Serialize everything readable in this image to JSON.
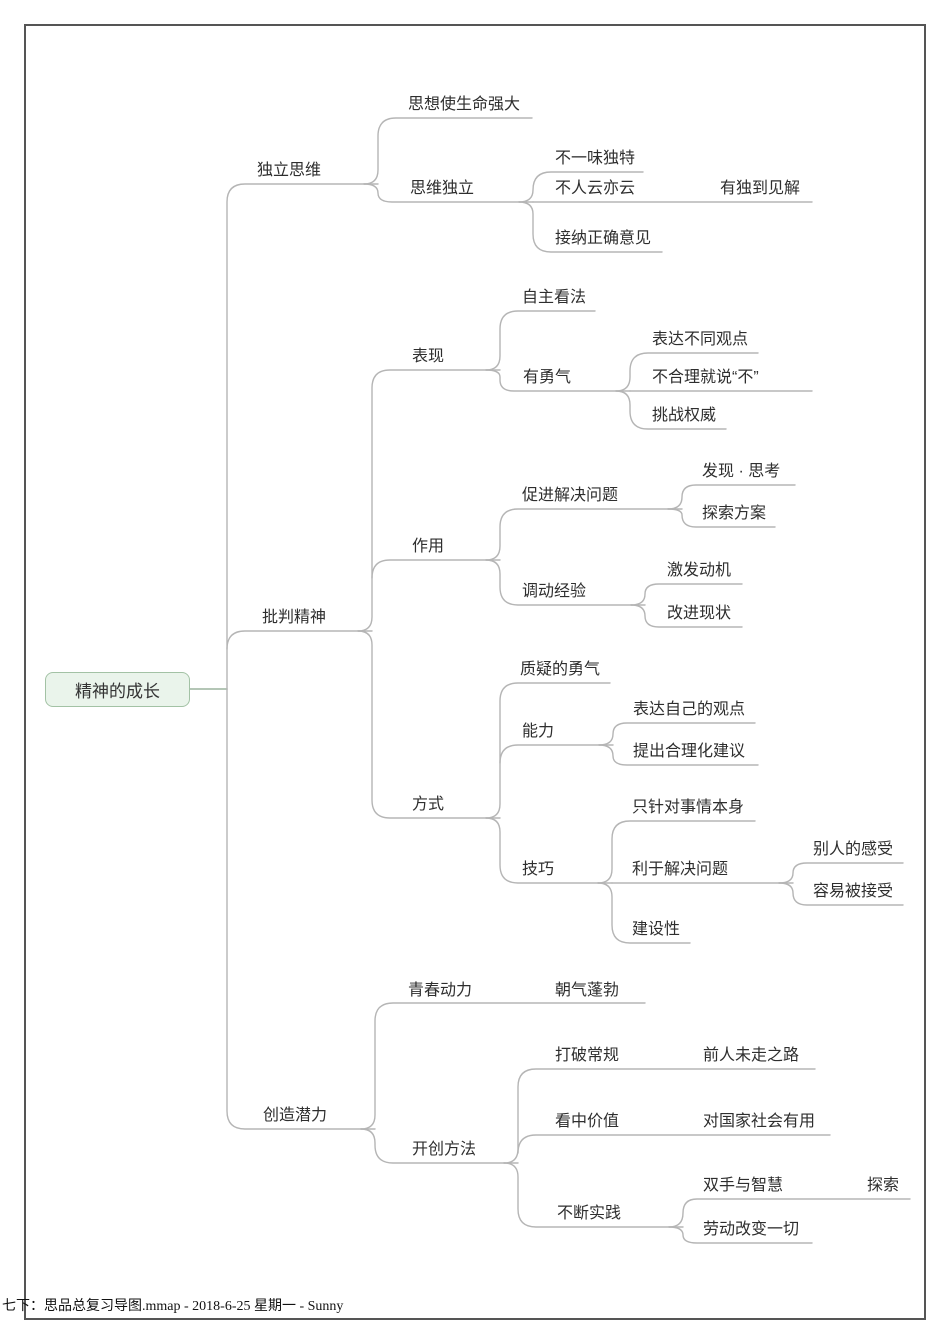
{
  "map": {
    "root": {
      "label": "精神的成长"
    },
    "branches": [
      {
        "label": "独立思维",
        "children": [
          {
            "label": "思想使生命强大"
          },
          {
            "label": "思维独立",
            "children": [
              {
                "label": "不一味独特"
              },
              {
                "label": "不人云亦云",
                "children": [
                  {
                    "label": "有独到见解"
                  }
                ]
              },
              {
                "label": "接纳正确意见"
              }
            ]
          }
        ]
      },
      {
        "label": "批判精神",
        "children": [
          {
            "label": "表现",
            "children": [
              {
                "label": "自主看法"
              },
              {
                "label": "有勇气",
                "children": [
                  {
                    "label": "表达不同观点"
                  },
                  {
                    "label": "不合理就说“不”"
                  },
                  {
                    "label": "挑战权威"
                  }
                ]
              }
            ]
          },
          {
            "label": "作用",
            "children": [
              {
                "label": "促进解决问题",
                "children": [
                  {
                    "label": "发现 · 思考"
                  },
                  {
                    "label": "探索方案"
                  }
                ]
              },
              {
                "label": "调动经验",
                "children": [
                  {
                    "label": "激发动机"
                  },
                  {
                    "label": "改进现状"
                  }
                ]
              }
            ]
          },
          {
            "label": "方式",
            "children": [
              {
                "label": "质疑的勇气"
              },
              {
                "label": "能力",
                "children": [
                  {
                    "label": "表达自己的观点"
                  },
                  {
                    "label": "提出合理化建议"
                  }
                ]
              },
              {
                "label": "技巧",
                "children": [
                  {
                    "label": "只针对事情本身"
                  },
                  {
                    "label": "利于解决问题",
                    "children": [
                      {
                        "label": "别人的感受"
                      },
                      {
                        "label": "容易被接受"
                      }
                    ]
                  },
                  {
                    "label": "建设性"
                  }
                ]
              }
            ]
          }
        ]
      },
      {
        "label": "创造潜力",
        "children": [
          {
            "label": "青春动力",
            "children": [
              {
                "label": "朝气蓬勃"
              }
            ]
          },
          {
            "label": "开创方法",
            "children": [
              {
                "label": "打破常规",
                "children": [
                  {
                    "label": "前人未走之路"
                  }
                ]
              },
              {
                "label": "看中价值",
                "children": [
                  {
                    "label": "对国家社会有用"
                  }
                ]
              },
              {
                "label": "不断实践",
                "children": [
                  {
                    "label": "双手与智慧",
                    "children": [
                      {
                        "label": "探索"
                      }
                    ]
                  },
                  {
                    "label": "劳动改变一切"
                  }
                ]
              }
            ]
          }
        ]
      }
    ]
  },
  "footer": {
    "text": "七下：思品总复习导图.mmap - 2018-6-25 星期一 - Sunny"
  },
  "colors": {
    "line_color": "#b5b5b5",
    "text_color": "#2e2e2e",
    "root_fill": "#eaf4eb",
    "root_border": "#a3c2a5",
    "root_link": "#9cb39e",
    "frame_color": "#555555"
  }
}
